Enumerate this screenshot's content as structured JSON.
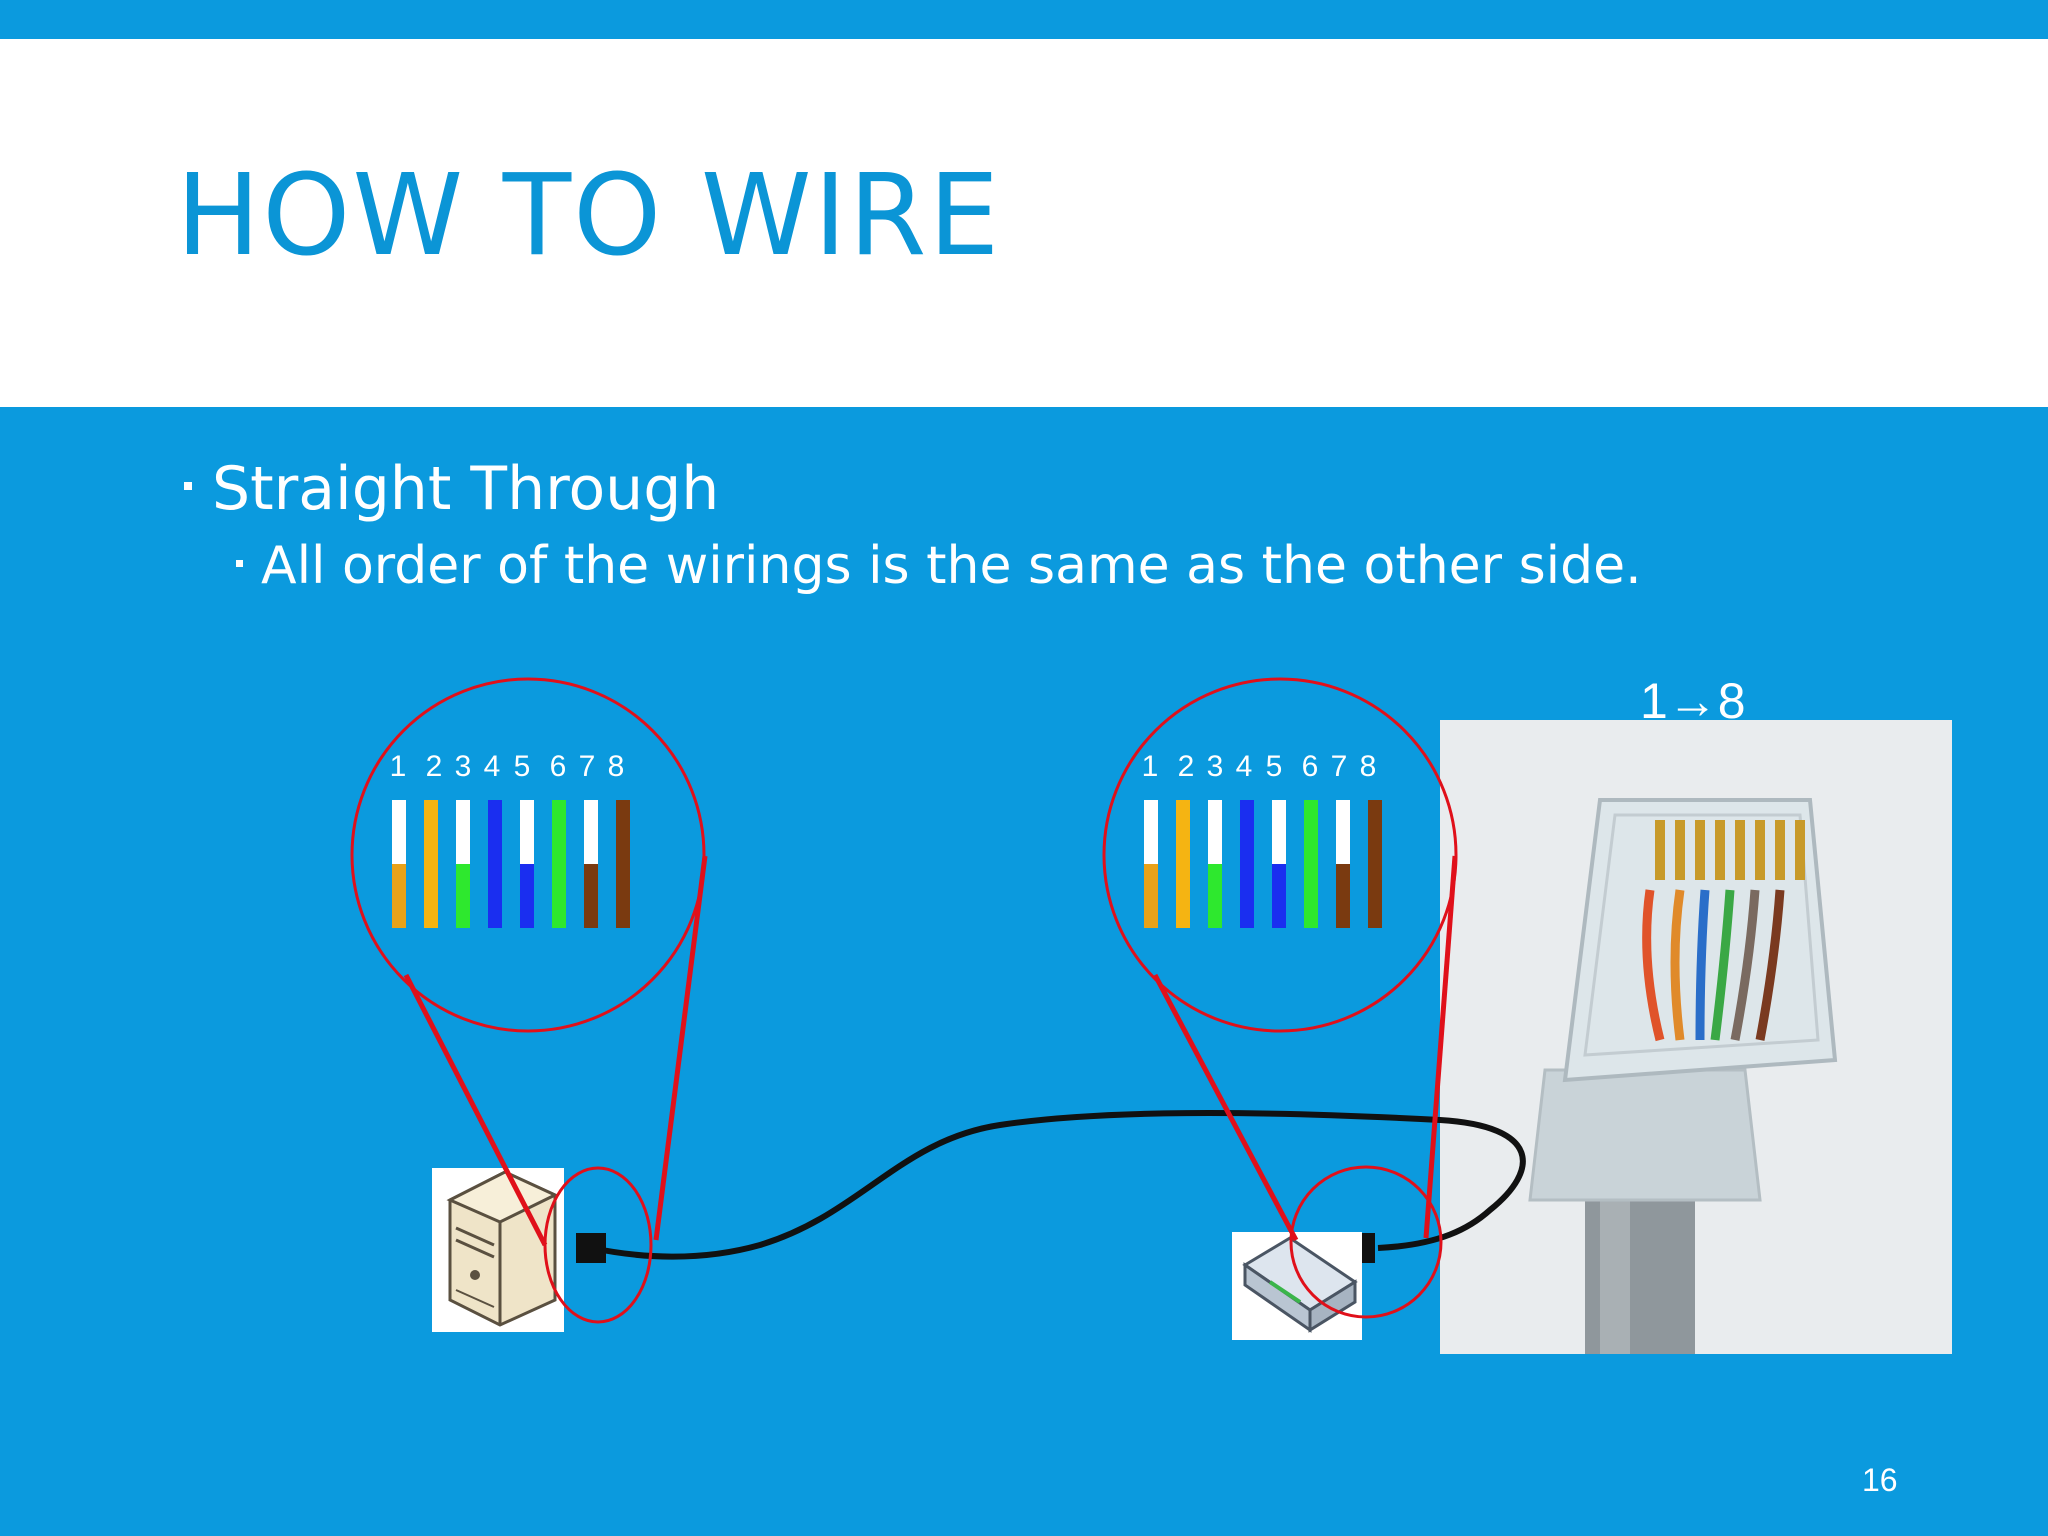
{
  "title": "HOW TO WIRE",
  "bullets": {
    "level1": "Straight Through",
    "level2": "All order of the wirings is the same as the other side."
  },
  "diagram": {
    "pin_labels_left": [
      "1",
      "2",
      "3",
      "4",
      "5",
      "6",
      "7",
      "8"
    ],
    "pin_labels_right": [
      "1",
      "2",
      "3",
      "4",
      "5",
      "6",
      "7",
      "8"
    ],
    "arrow_label": "1→8",
    "wire_colors": [
      {
        "top": "#ffffff",
        "bottom": "#e8a219"
      },
      {
        "top": "#f5b412",
        "bottom": "#f5b412"
      },
      {
        "top": "#ffffff",
        "bottom": "#2ee82e"
      },
      {
        "top": "#1a2ef0",
        "bottom": "#1a2ef0"
      },
      {
        "top": "#ffffff",
        "bottom": "#1a2ef0"
      },
      {
        "top": "#2ee82e",
        "bottom": "#2ee82e"
      },
      {
        "top": "#ffffff",
        "bottom": "#7a3a10"
      },
      {
        "top": "#7a3a10",
        "bottom": "#7a3a10"
      }
    ],
    "devices": [
      "computer-icon",
      "switch-icon"
    ],
    "photo": "rj45-connector-photo"
  },
  "page_number": "16",
  "colors": {
    "accent": "#0b9ade",
    "title": "#0b95d6",
    "highlight": "#e0101a",
    "cable": "#111111"
  }
}
